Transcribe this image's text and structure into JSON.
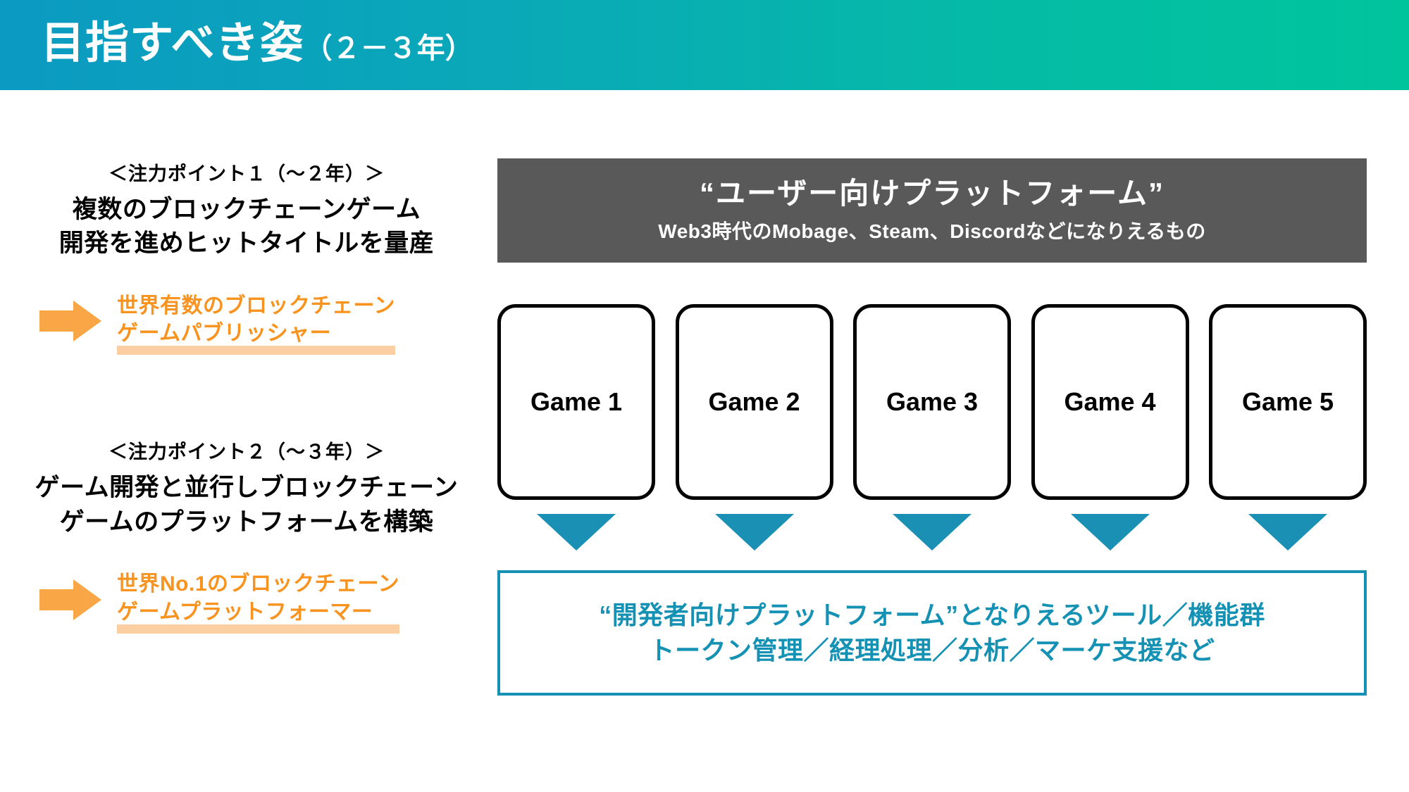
{
  "header": {
    "title_main": "目指すべき姿",
    "title_sub": "（２－３年）",
    "gradient_from": "#0b9ac2",
    "gradient_to": "#00c49c"
  },
  "left_column": {
    "blocks": [
      {
        "focus_label": "＜注力ポイント１（～２年）＞",
        "body_line1": "複数のブロックチェーンゲーム",
        "body_line2": "開発を進めヒットタイトルを量産",
        "arrow_icon": "arrow-right-icon",
        "outcome_line1": "世界有数のブロックチェーン",
        "outcome_line2": "ゲームパブリッシャー"
      },
      {
        "focus_label": "＜注力ポイント２（～３年）＞",
        "body_line1": "ゲーム開発と並行しブロックチェーン",
        "body_line2": "ゲームのプラットフォームを構築",
        "arrow_icon": "arrow-right-icon",
        "outcome_line1": "世界No.1のブロックチェーン",
        "outcome_line2": "ゲームプラットフォーマー"
      }
    ],
    "colors": {
      "outcome_text": "#F7931E",
      "outcome_underline": "#FBCFA1",
      "body_text": "#000000"
    }
  },
  "right_column": {
    "user_platform_box": {
      "title": "“ユーザー向けプラットフォーム”",
      "subtitle": "Web3時代のMobage、Steam、Discordなどになりえるもの",
      "background": "#595959",
      "text_color": "#ffffff"
    },
    "game_cards": [
      {
        "label": "Game 1"
      },
      {
        "label": "Game 2"
      },
      {
        "label": "Game 3"
      },
      {
        "label": "Game 4"
      },
      {
        "label": "Game 5"
      }
    ],
    "down_arrows": {
      "icon": "triangle-down-icon",
      "count": 5,
      "color": "#1A90B4"
    },
    "developer_platform_box": {
      "line1": "“開発者向けプラットフォーム”となりえるツール／機能群",
      "line2": "トークン管理／経理処理／分析／マーケ支援など",
      "border_color": "#1591B4",
      "text_color": "#1591B4"
    }
  }
}
